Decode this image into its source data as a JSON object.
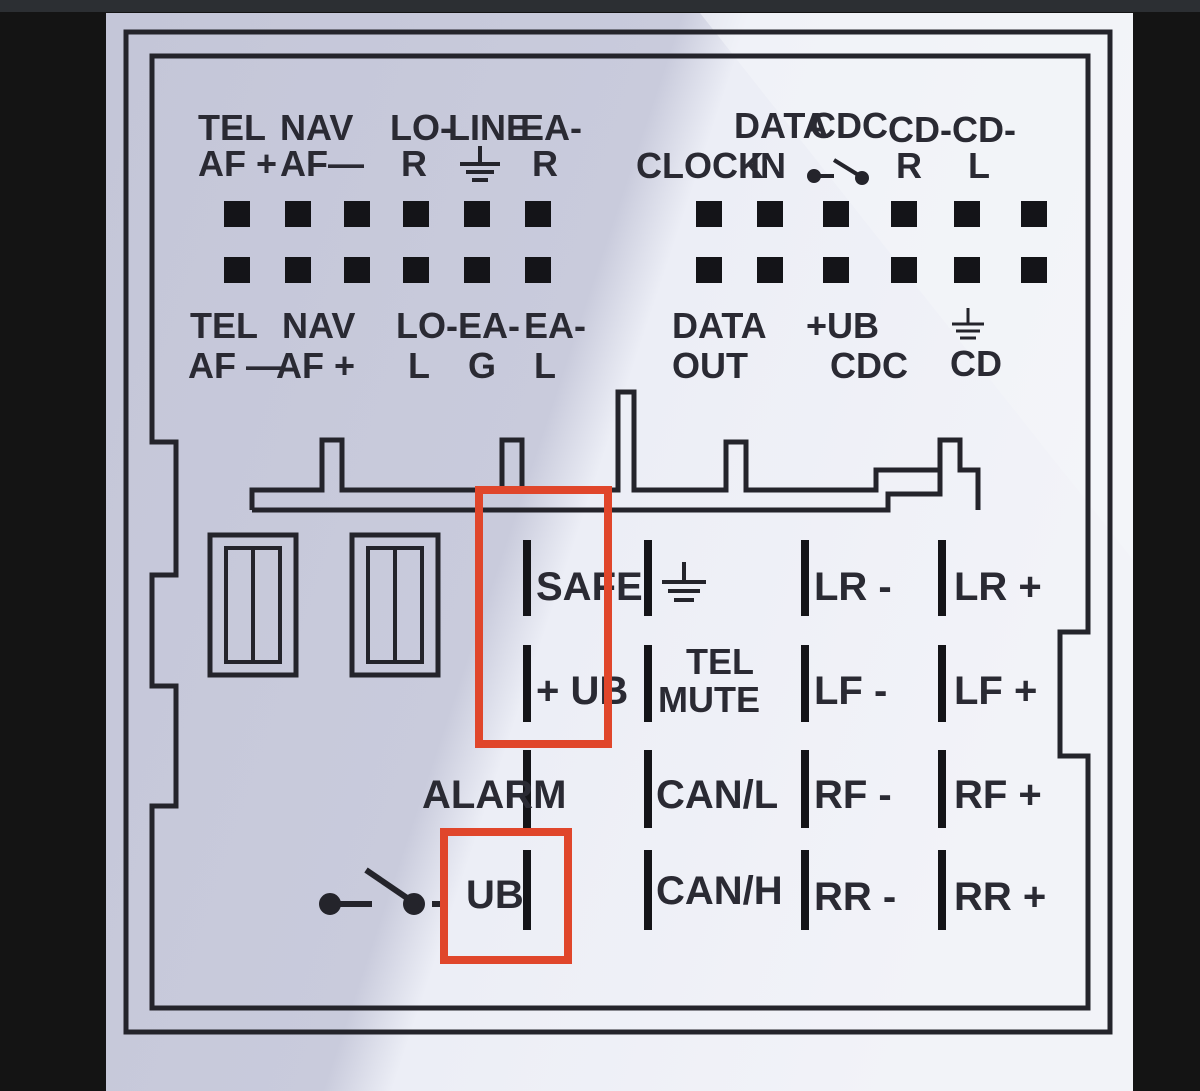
{
  "colors": {
    "plate": "#c9cbdc",
    "plate_light": "#eef0f7",
    "ink": "#24242b",
    "highlight": "#e0462b",
    "frame": "#141414"
  },
  "top_labels": {
    "tel_af_plus": [
      "TEL",
      "AF +"
    ],
    "nav_af_minus": [
      "NAV",
      "AF—"
    ],
    "lo_r": [
      "LO-",
      "R"
    ],
    "line_gnd": [
      "LINE"
    ],
    "ea_r": [
      "EA-",
      "R"
    ],
    "clock": [
      "CLOCK"
    ],
    "data_in": [
      "DATA",
      "IN"
    ],
    "cdc_switch": [
      "CDC"
    ],
    "cd_r": [
      "CD-",
      "R"
    ],
    "cd_l": [
      "CD-",
      "L"
    ]
  },
  "mid_labels": {
    "tel_af_minus": [
      "TEL",
      "AF —"
    ],
    "nav_af_plus": [
      "NAV",
      "AF +"
    ],
    "lo_l": [
      "LO-",
      "L"
    ],
    "ea_g": [
      "EA-",
      "G"
    ],
    "ea_l": [
      "EA-",
      "L"
    ],
    "data_out": [
      "DATA",
      "OUT"
    ],
    "ub_cdc": [
      "+UB",
      "CDC"
    ],
    "gnd_cd": [
      "CD"
    ]
  },
  "power_labels": {
    "safe": "SAFE",
    "plus_ub": "+ UB",
    "alarm": "ALARM",
    "ub_switched": "UB",
    "tel_mute": [
      "TEL",
      "MUTE"
    ],
    "can_l": "CAN/L",
    "can_h": "CAN/H"
  },
  "speaker_labels": {
    "lr_minus": "LR -",
    "lr_plus": "LR +",
    "lf_minus": "LF -",
    "lf_plus": "LF +",
    "rf_minus": "RF -",
    "rf_plus": "RF +",
    "rr_minus": "RR -",
    "rr_plus": "RR +"
  },
  "icons": [
    "ground-icon",
    "switch-icon"
  ]
}
